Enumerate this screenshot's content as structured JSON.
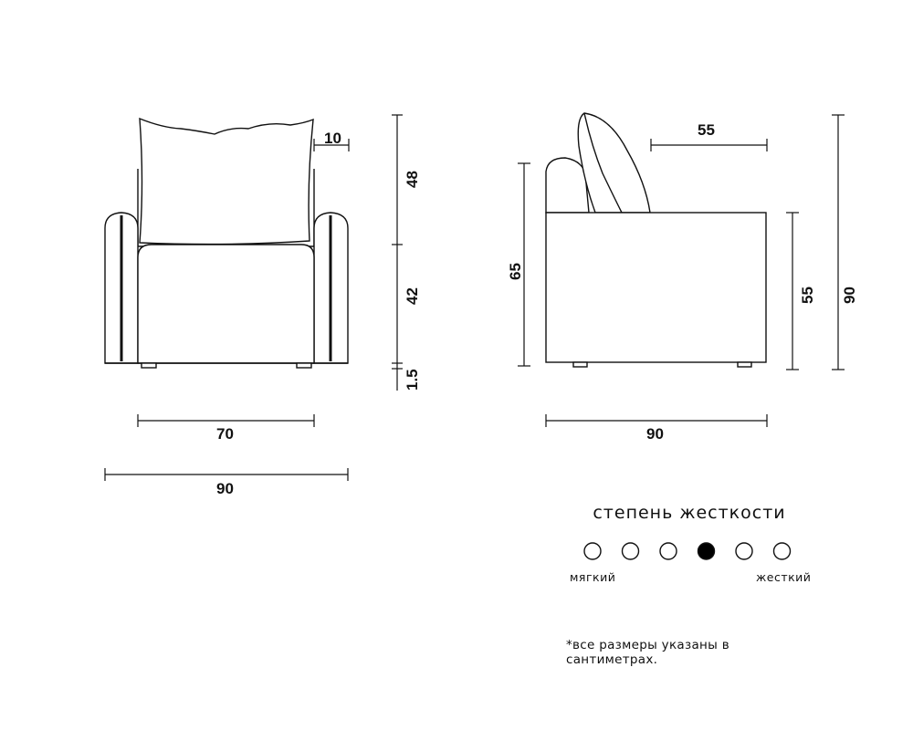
{
  "front_view": {
    "dimensions": {
      "pillow_depth": "10",
      "back_height": "48",
      "seat_height": "42",
      "leg_height": "1.5",
      "inner_width": "70",
      "total_width": "90"
    }
  },
  "side_view": {
    "dimensions": {
      "seat_depth": "55",
      "arm_height": "65",
      "body_height": "55",
      "total_height": "90",
      "total_depth": "90"
    }
  },
  "firmness": {
    "title": "степень жесткости",
    "min_label": "мягкий",
    "max_label": "жесткий",
    "levels": 6,
    "selected_level": 4
  },
  "note": "*все размеры указаны в сантиметрах."
}
